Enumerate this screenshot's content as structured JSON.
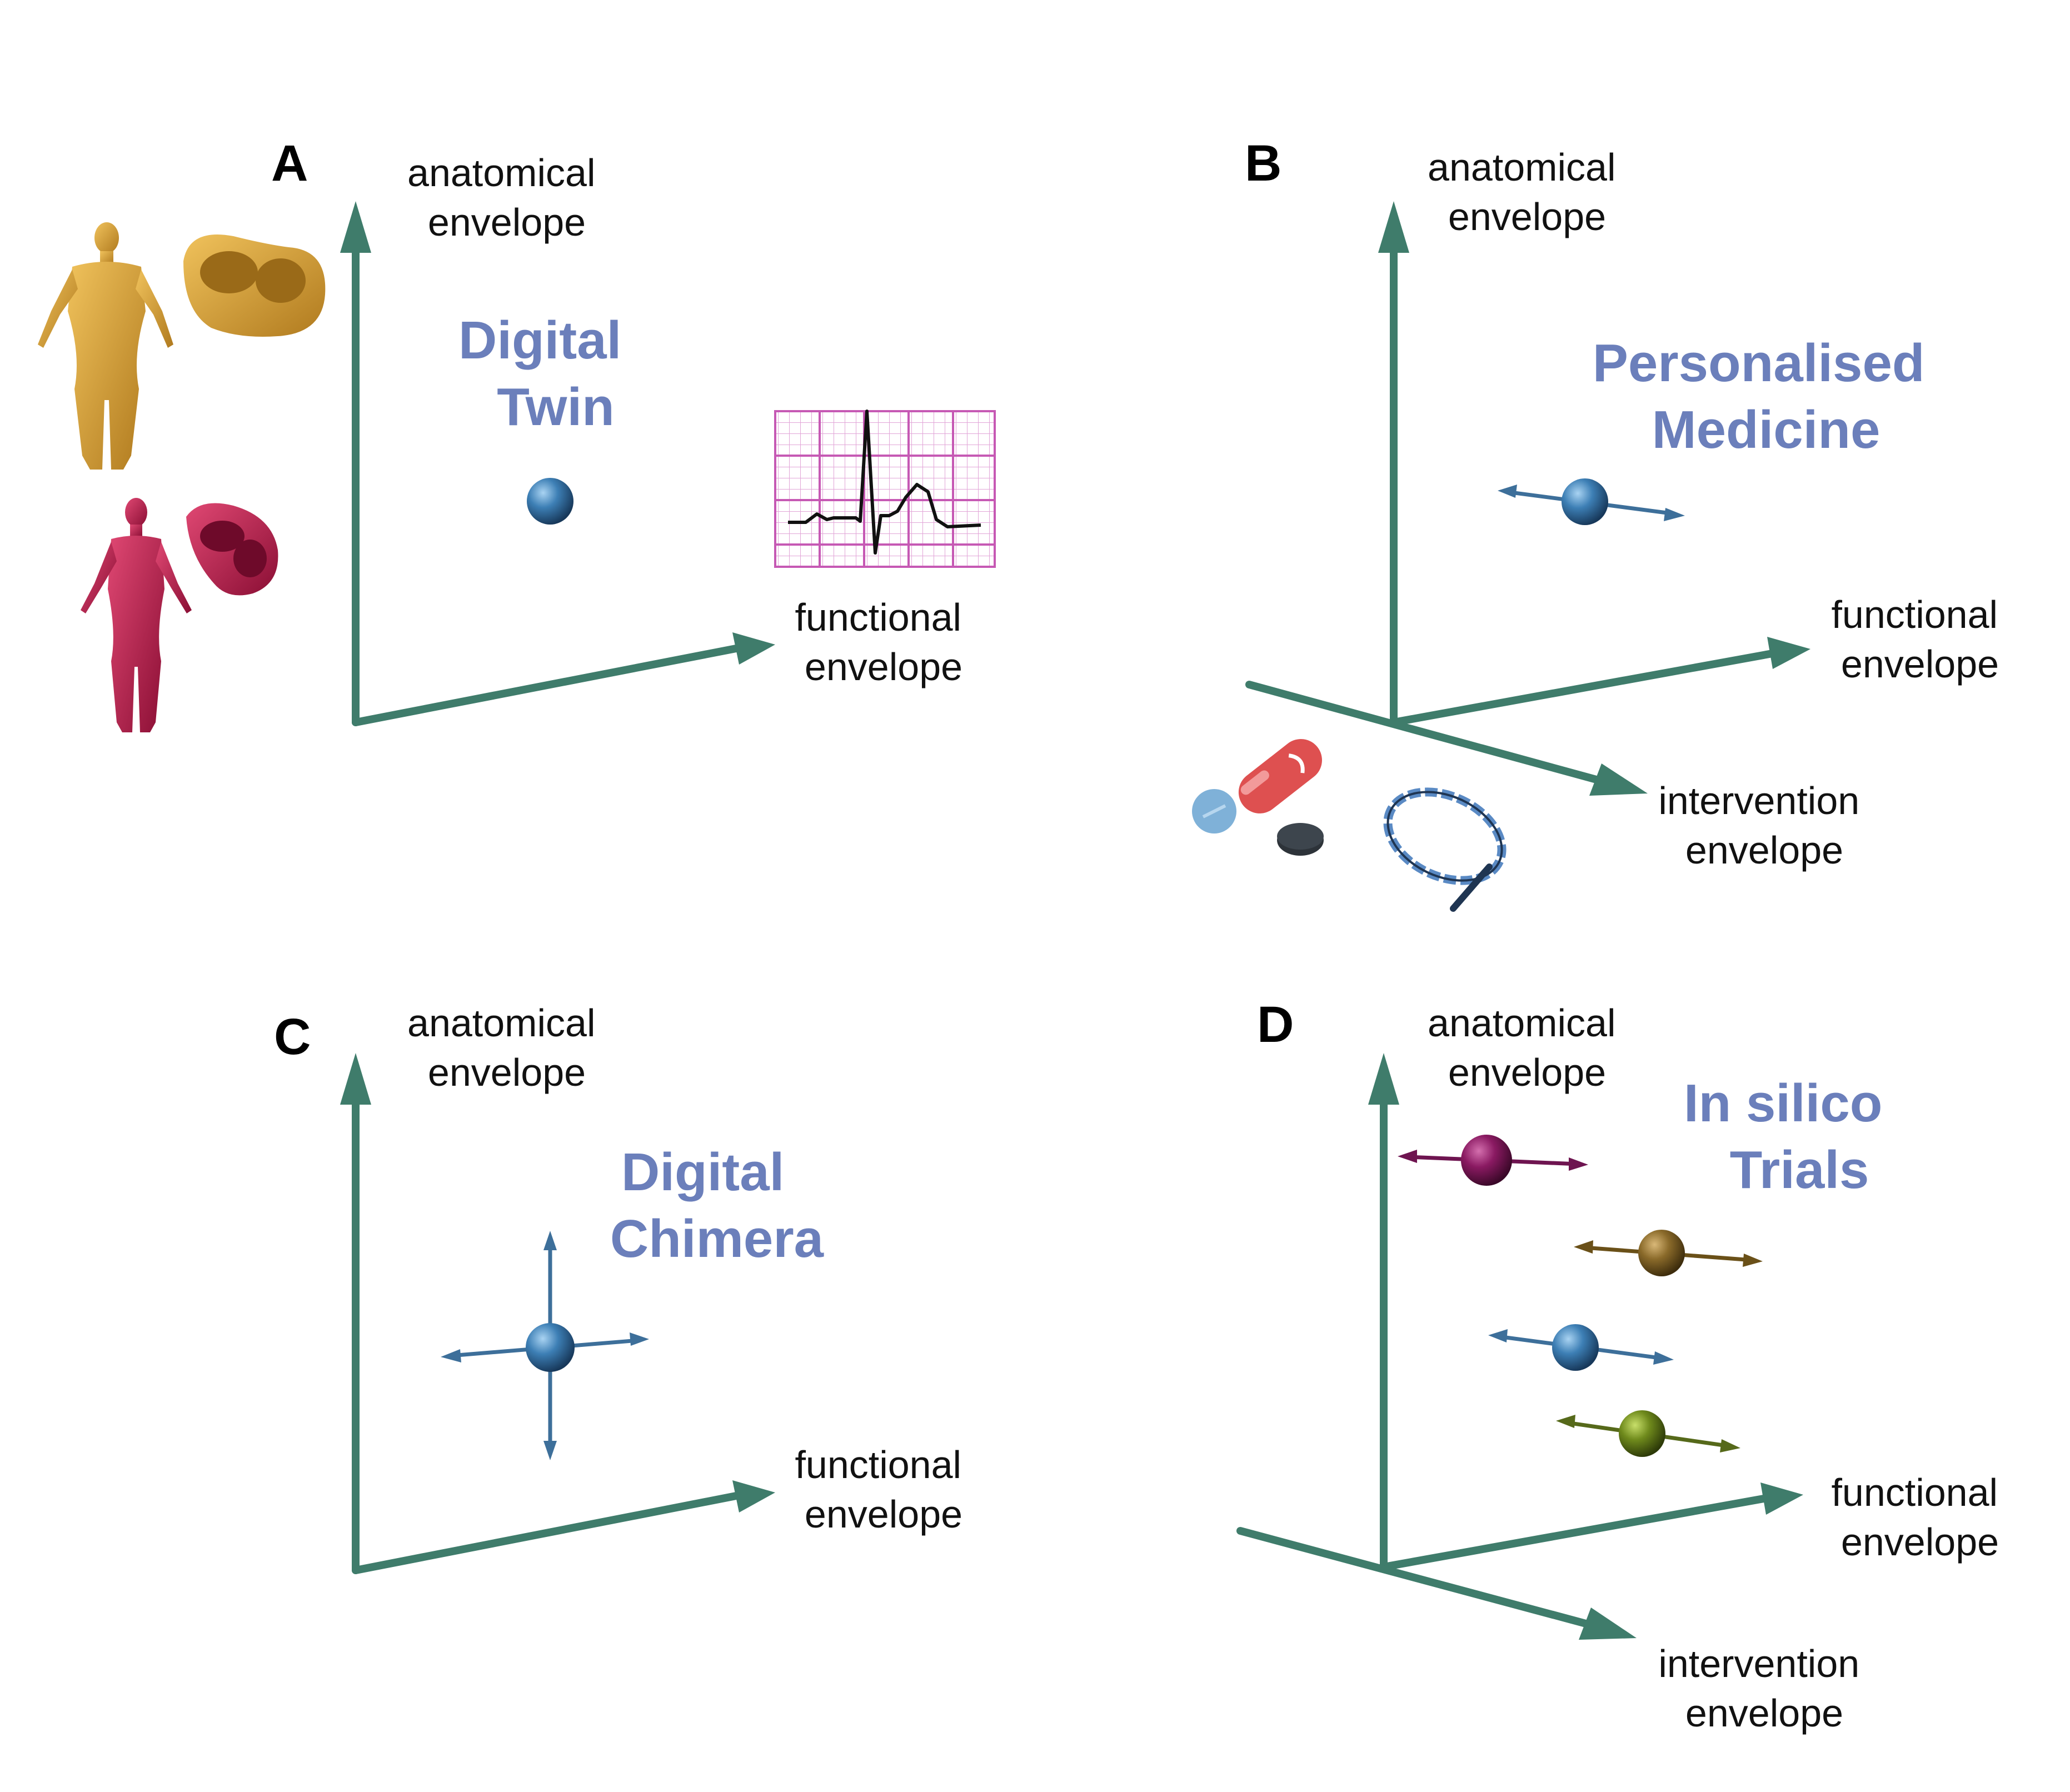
{
  "colors": {
    "axis": "#3f7c6b",
    "axis_light": "#5a9887",
    "concept_title": "#6b7fbb",
    "sphere_blue": "#3d7fb5",
    "sphere_purple": "#8a1a62",
    "sphere_brown": "#8a6a2a",
    "sphere_olive": "#6f8a1c",
    "body_orange": "#d6a23a",
    "body_crimson": "#b81f4d",
    "ecg_grid": "#c659b4",
    "pill_red": "#de5050",
    "pill_blue": "#7fb1d8",
    "pill_dark": "#2d3339"
  },
  "panels": {
    "a": {
      "letter": "A",
      "anatomical": [
        "anatomical",
        "envelope"
      ],
      "functional": [
        "functional",
        "envelope"
      ],
      "title": [
        "Digital",
        "Twin"
      ],
      "icons": [
        "body-silhouette-icon",
        "heart-model-icon",
        "ecg-trace-icon"
      ]
    },
    "b": {
      "letter": "B",
      "anatomical": [
        "anatomical",
        "envelope"
      ],
      "functional": [
        "functional",
        "envelope"
      ],
      "intervention": [
        "intervention",
        "envelope"
      ],
      "title": [
        "Personalised",
        "Medicine"
      ],
      "icons": [
        "pill-icon",
        "capsule-icon",
        "stent-ring-icon"
      ]
    },
    "c": {
      "letter": "C",
      "anatomical": [
        "anatomical",
        "envelope"
      ],
      "functional": [
        "functional",
        "envelope"
      ],
      "title": [
        "Digital",
        "Chimera"
      ]
    },
    "d": {
      "letter": "D",
      "anatomical": [
        "anatomical",
        "envelope"
      ],
      "functional": [
        "functional",
        "envelope"
      ],
      "intervention": [
        "intervention",
        "envelope"
      ],
      "title": [
        "In silico",
        "Trials"
      ]
    }
  }
}
